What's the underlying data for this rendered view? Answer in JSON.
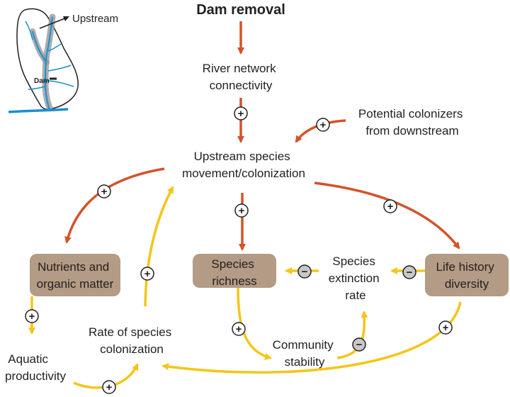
{
  "diagram": {
    "title": "Dam removal",
    "inset": {
      "upstream_label": "Upstream",
      "dam_label": "Dam"
    },
    "nodes": {
      "connectivity": [
        "River network",
        "connectivity"
      ],
      "colonizers": [
        "Potential colonizers",
        "from downstream"
      ],
      "movement": [
        "Upstream species",
        "movement/colonization"
      ],
      "nutrients": [
        "Nutrients and",
        "organic matter"
      ],
      "richness": [
        "Species",
        "richness"
      ],
      "life_history": [
        "Life history",
        "diversity"
      ],
      "extinction": [
        "Species",
        "extinction",
        "rate"
      ],
      "colonization_rate": [
        "Rate of species",
        "colonization"
      ],
      "aquatic": [
        "Aquatic",
        "productivity"
      ],
      "stability": [
        "Community",
        "stability"
      ]
    },
    "signs": {
      "positive": "+",
      "negative": "−"
    },
    "colors": {
      "orange_arrow": "#d4532a",
      "yellow_arrow": "#f5c518",
      "box_fill": "#b39b85",
      "positive_circle": "#ffffff",
      "negative_circle": "#c8c8c8",
      "river": "#1a8fd1",
      "river_highlight": "#9a9a9a"
    }
  }
}
